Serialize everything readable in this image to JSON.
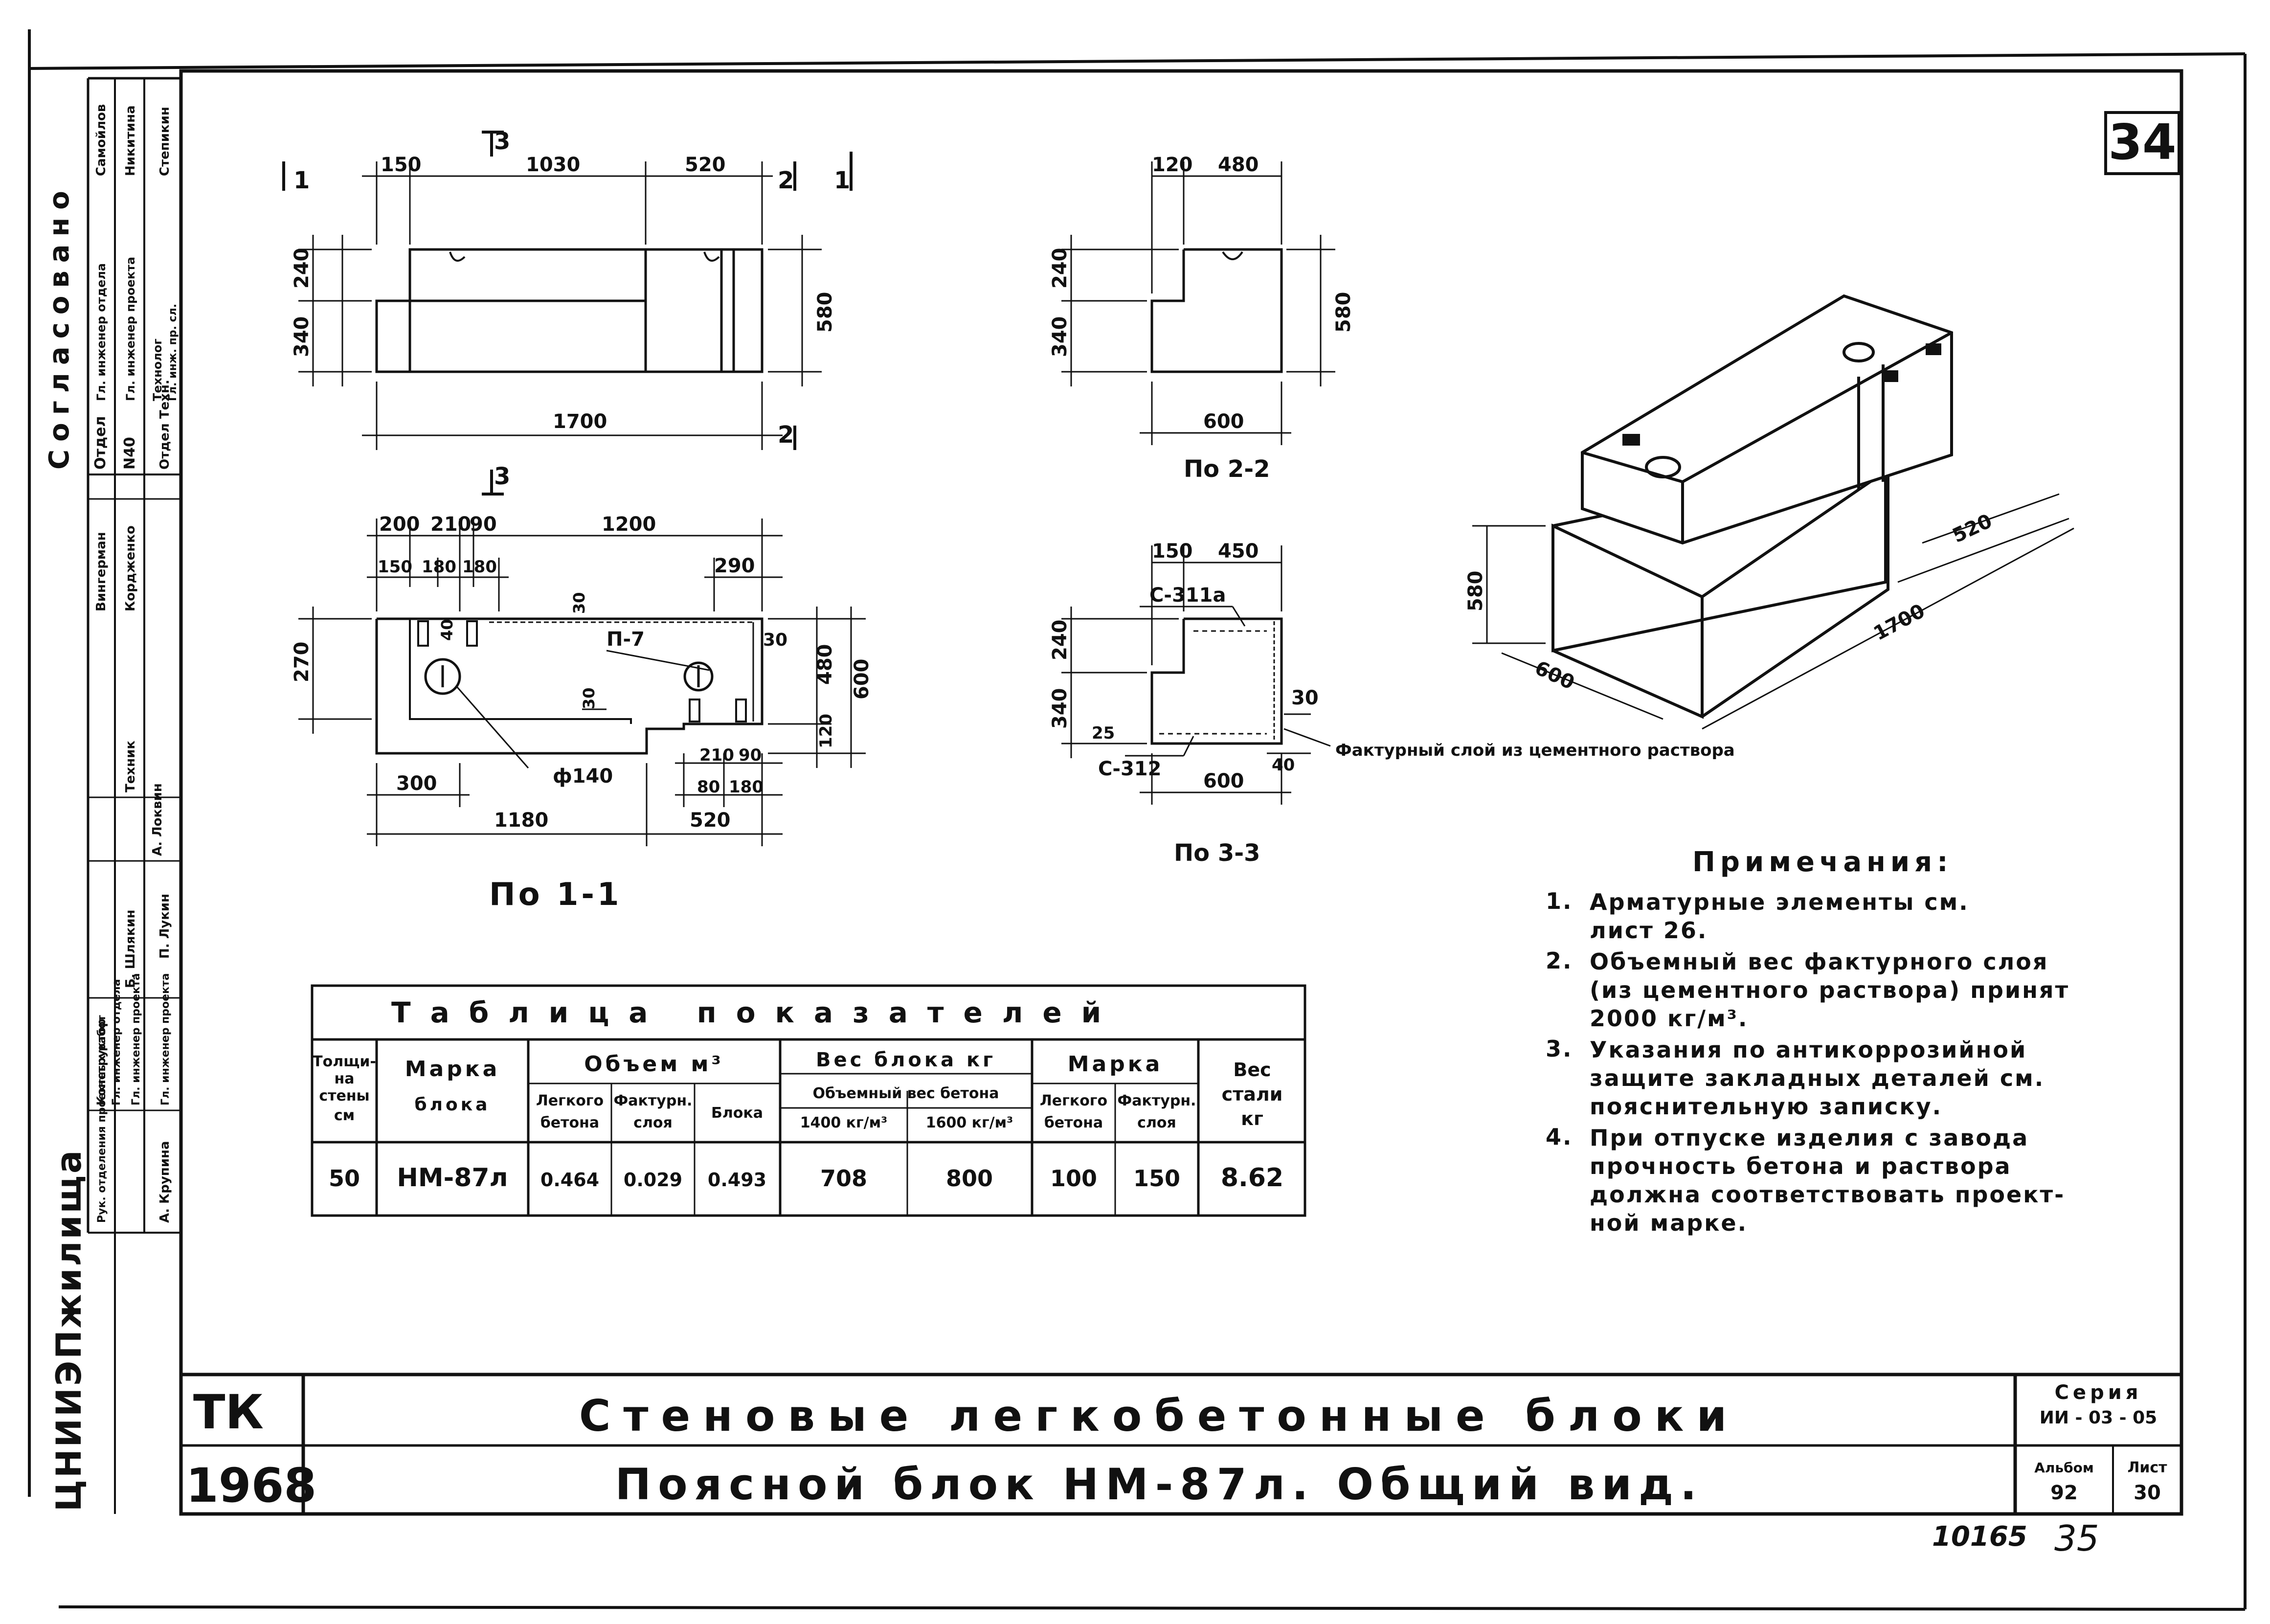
{
  "sheet_number": "34",
  "bottom_marks": {
    "left": "10165",
    "right": "35"
  },
  "sidebar": {
    "approval": "Согласовано",
    "dept": "Отдел",
    "dept_num": "N40",
    "dept_tech": "Отдел Техн.",
    "roles": [
      "Гл. инженер отдела",
      "Гл. инженер проекта",
      "Технолог",
      "Гл. инж. пр. сл."
    ],
    "names": [
      "Самойлов",
      "Никитина",
      "Степикин"
    ],
    "names2": [
      "Вингерман",
      "Кордженко"
    ],
    "roles2": [
      "Рук. отделения проектных работ",
      "Конструктор",
      "Гл. инженер отдела",
      "Гл. инженер проекта",
      "Гл. инженер проекта"
    ],
    "names3": [
      "Б. Шлякин",
      "Техник",
      "А. Локвин",
      "П. Лукин",
      "А. Крупина"
    ],
    "org": "ЦНИИЭПжилища"
  },
  "views": {
    "front": {
      "marks": [
        "1",
        "3",
        "2",
        "1",
        "3",
        "2"
      ],
      "dims": [
        "150",
        "1030",
        "520",
        "240",
        "340",
        "580",
        "1700"
      ]
    },
    "side22": {
      "dims": [
        "120",
        "480",
        "240",
        "340",
        "580",
        "600"
      ],
      "caption": "По 2-2"
    },
    "plan11": {
      "dims": [
        "200",
        "210",
        "90",
        "1200",
        "150",
        "180",
        "180",
        "290",
        "270",
        "30",
        "40",
        "30",
        "30",
        "480",
        "600",
        "120",
        "210",
        "90",
        "80",
        "180",
        "300",
        "1180",
        "520"
      ],
      "labels": {
        "p7": "П-7",
        "phi": "ф140"
      },
      "caption": "По 1-1"
    },
    "section33": {
      "dims": [
        "150",
        "450",
        "240",
        "340",
        "25",
        "30",
        "40",
        "600"
      ],
      "labels": {
        "c311": "С-311а",
        "c312": "С-312",
        "layer": "Фактурный слой из цементного раствора"
      },
      "caption": "По 3-3"
    },
    "iso": {
      "dims": [
        "580",
        "600",
        "1700",
        "520"
      ]
    }
  },
  "notes": {
    "title": "Примечания:",
    "items": [
      {
        "num": "1.",
        "lines": [
          "Арматурные элементы см.",
          "лист 26."
        ]
      },
      {
        "num": "2.",
        "lines": [
          "Объемный вес фактурного слоя",
          "(из цементного раствора) принят",
          "2000 кг/м³."
        ]
      },
      {
        "num": "3.",
        "lines": [
          "Указания по антикоррозийной",
          "защите закладных деталей см.",
          "пояснительную записку."
        ]
      },
      {
        "num": "4.",
        "lines": [
          "При отпуске изделия с завода",
          "прочность бетона и раствора",
          "должна соответствовать проект-",
          "ной марке."
        ]
      }
    ]
  },
  "table": {
    "title": "Таблица показателей",
    "headers": {
      "thickness": [
        "Толщи-",
        "на",
        "стены",
        "см"
      ],
      "mark": [
        "Марка",
        "блока"
      ],
      "volume": "Объем м³",
      "volume_sub": [
        [
          "Легкого",
          "бетона"
        ],
        [
          "Фактурн.",
          "слоя"
        ],
        [
          "Блока"
        ]
      ],
      "weight": "Вес блока кг",
      "weight_sub": "Объемный вес бетона",
      "weight_sub2": [
        "1400 кг/м³",
        "1600 кг/м³"
      ],
      "grade": "Марка",
      "grade_sub": [
        [
          "Легкого",
          "бетона"
        ],
        [
          "Фактурн.",
          "слоя"
        ]
      ],
      "steel": [
        "Вес",
        "стали",
        "кг"
      ]
    },
    "row": [
      "50",
      "НМ-87л",
      "0.464",
      "0.029",
      "0.493",
      "708",
      "800",
      "100",
      "150",
      "8.62"
    ]
  },
  "title_block": {
    "tk": "ТК",
    "year": "1968",
    "title1": "Стеновые легкобетонные блоки",
    "title2": "Поясной блок НМ-87л. Общий вид.",
    "series_label": "Серия",
    "series": "ИИ - 03 - 05",
    "album_label": "Альбом",
    "album": "92",
    "sheet_label": "Лист",
    "sheet": "30"
  }
}
